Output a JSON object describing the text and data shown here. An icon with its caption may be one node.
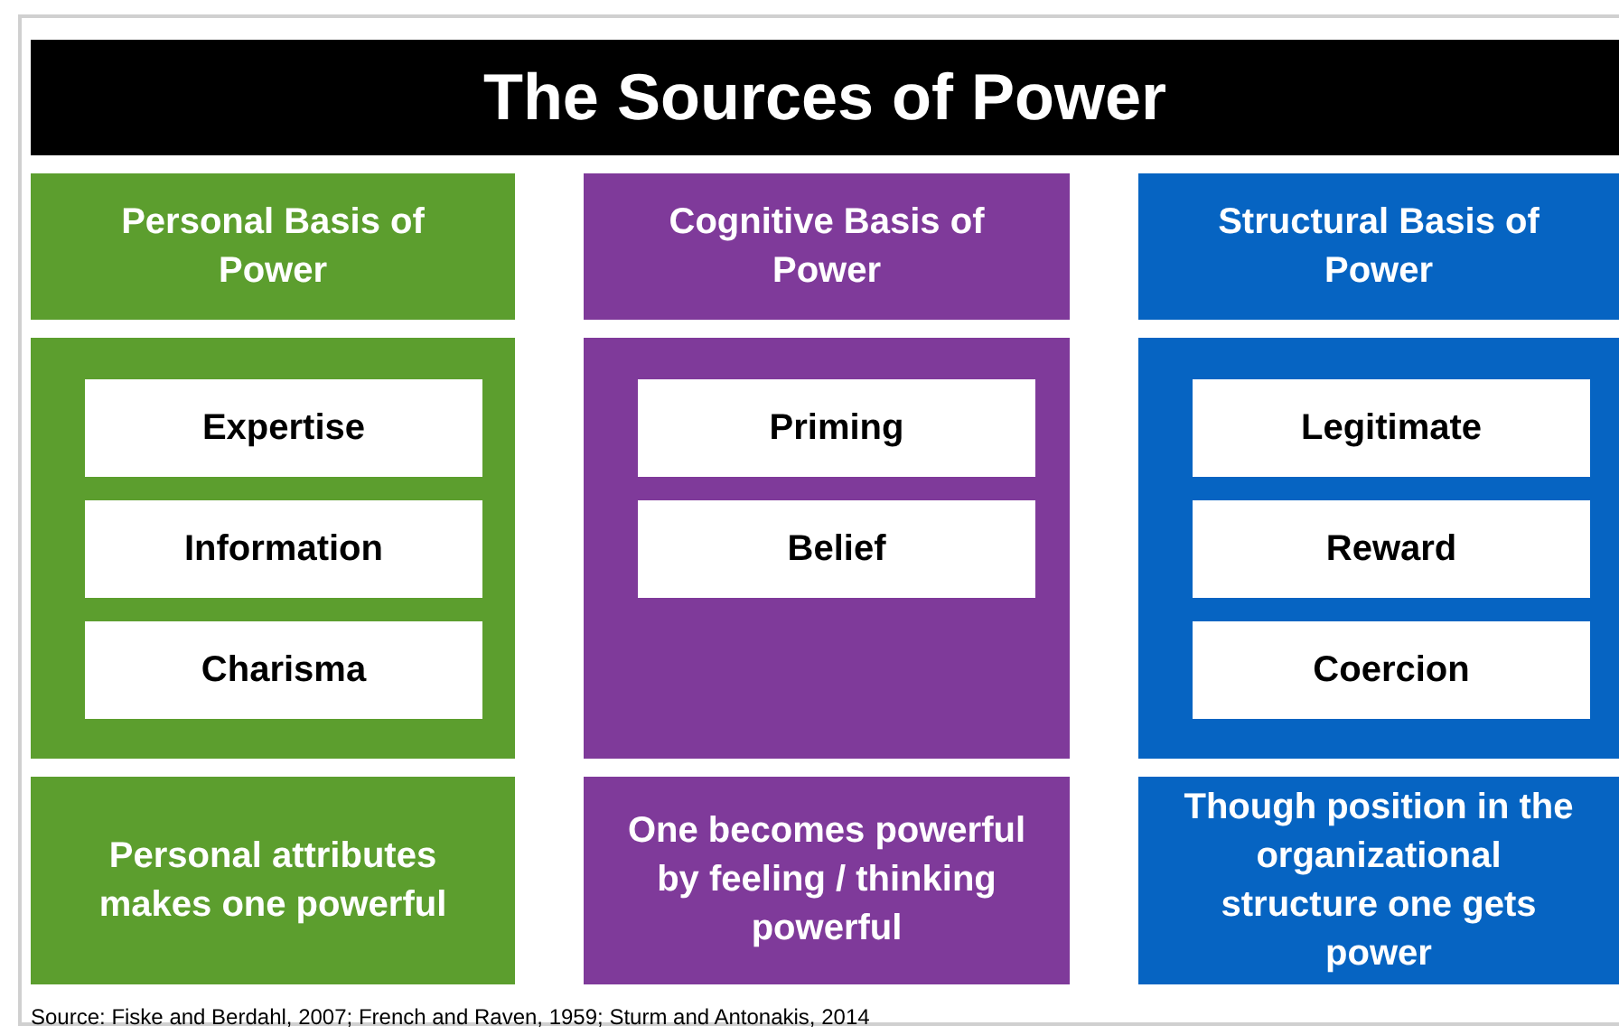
{
  "diagram": {
    "title": "The Sources of Power",
    "nodes": [
      {
        "text": [
          "Personal Basis of Power"
        ]
      },
      {
        "text": [],
        "shape": "box"
      },
      {
        "text": [
          "Expertise"
        ],
        "in": 1
      },
      {
        "text": [
          "Information"
        ],
        "in": 1
      },
      {
        "text": [
          "Charisma"
        ],
        "in": 1
      },
      {
        "text": [
          "Personal attributes makes one powerful"
        ]
      },
      {
        "text": [
          "Cognitive Basis of Power"
        ]
      },
      {
        "text": [],
        "shape": "box"
      },
      {
        "text": [
          "Priming"
        ],
        "in": 7
      },
      {
        "text": [
          "Belief"
        ],
        "in": 7
      },
      {
        "text": [
          "One becomes powerful by feeling / thinking powerful"
        ]
      },
      {
        "text": [
          "Structural Basis of Power"
        ]
      },
      {
        "text": [],
        "shape": "box"
      },
      {
        "text": [
          "Legitimate"
        ],
        "in": 12
      },
      {
        "text": [
          "Reward"
        ],
        "in": 12
      },
      {
        "text": [
          "Coercion"
        ],
        "in": 12
      },
      {
        "text": [
          "Though position in the organizational structure one gets power"
        ]
      }
    ],
    "caption": "Source: Fiske and Berdahl, 2007; French and Raven, 1959; Sturm and Antonakis, 2014"
  }
}
